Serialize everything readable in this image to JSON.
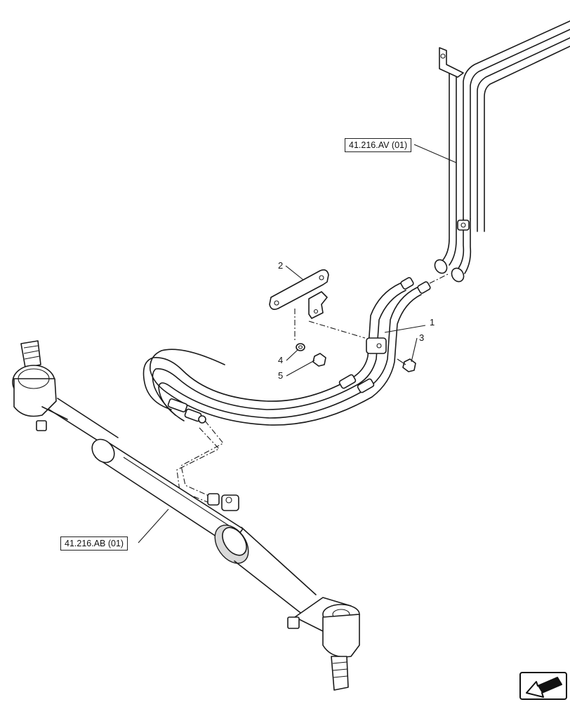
{
  "references": {
    "upper_ref": "41.216.AV (01)",
    "lower_ref": "41.216.AB (01)"
  },
  "callouts": [
    {
      "id": "1",
      "label": "1"
    },
    {
      "id": "2",
      "label": "2"
    },
    {
      "id": "3",
      "label": "3"
    },
    {
      "id": "4",
      "label": "4"
    },
    {
      "id": "5",
      "label": "5"
    }
  ],
  "nav": {
    "icon": "arrow-left-down-icon"
  }
}
